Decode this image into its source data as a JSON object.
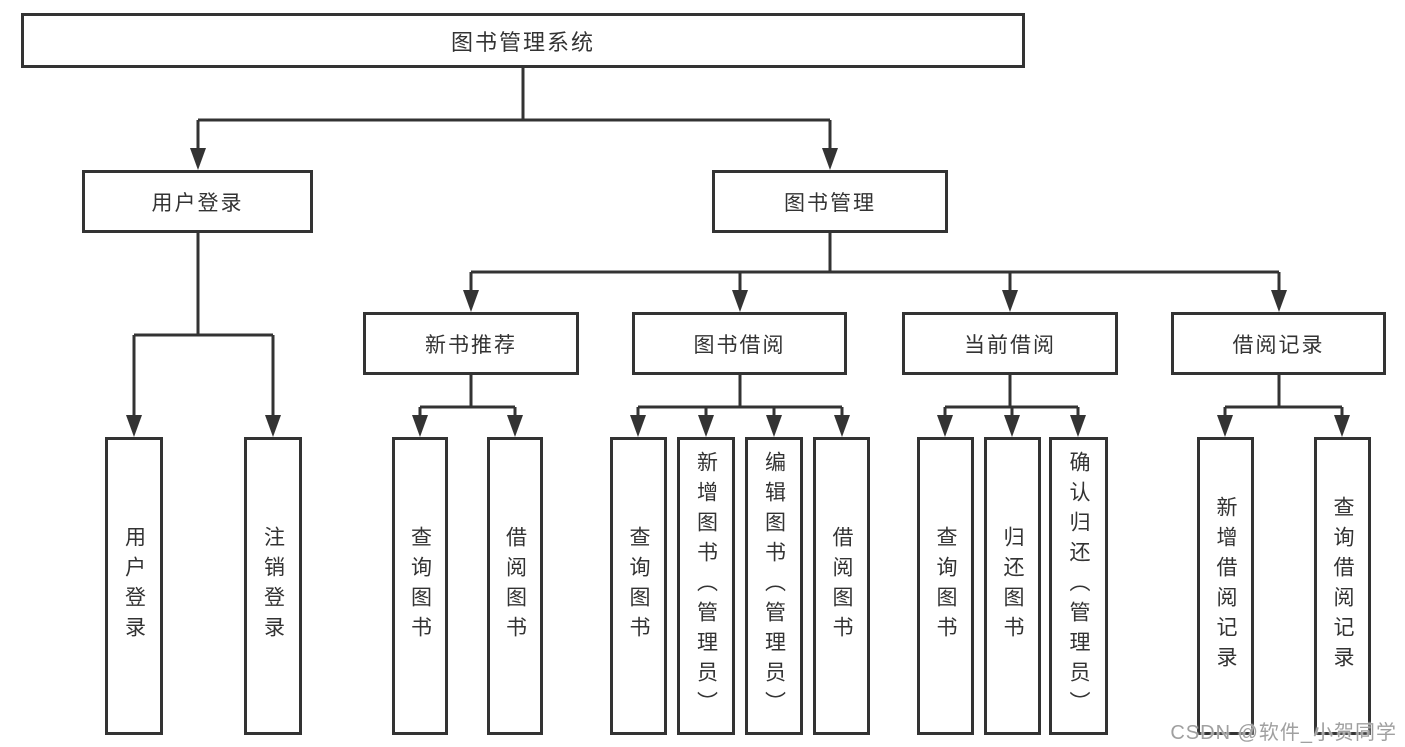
{
  "diagram": {
    "root": {
      "label": "图书管理系统"
    },
    "branches": [
      {
        "label": "用户登录",
        "children": [
          {
            "label": "用户登录"
          },
          {
            "label": "注销登录"
          }
        ]
      },
      {
        "label": "图书管理",
        "children": [
          {
            "label": "新书推荐",
            "children": [
              {
                "label": "查询图书"
              },
              {
                "label": "借阅图书"
              }
            ]
          },
          {
            "label": "图书借阅",
            "children": [
              {
                "label": "查询图书"
              },
              {
                "label": "新增图书（管理员）"
              },
              {
                "label": "编辑图书（管理员）"
              },
              {
                "label": "借阅图书"
              }
            ]
          },
          {
            "label": "当前借阅",
            "children": [
              {
                "label": "查询图书"
              },
              {
                "label": "归还图书"
              },
              {
                "label": "确认归还（管理员）"
              }
            ]
          },
          {
            "label": "借阅记录",
            "children": [
              {
                "label": "新增借阅记录"
              },
              {
                "label": "查询借阅记录"
              }
            ]
          }
        ]
      }
    ]
  },
  "watermark": {
    "text": "CSDN @软件_小贺同学"
  },
  "colors": {
    "line": "#333333",
    "box_border": "#333333",
    "text": "#333333",
    "background": "#ffffff",
    "watermark": "#a0a0a0"
  }
}
